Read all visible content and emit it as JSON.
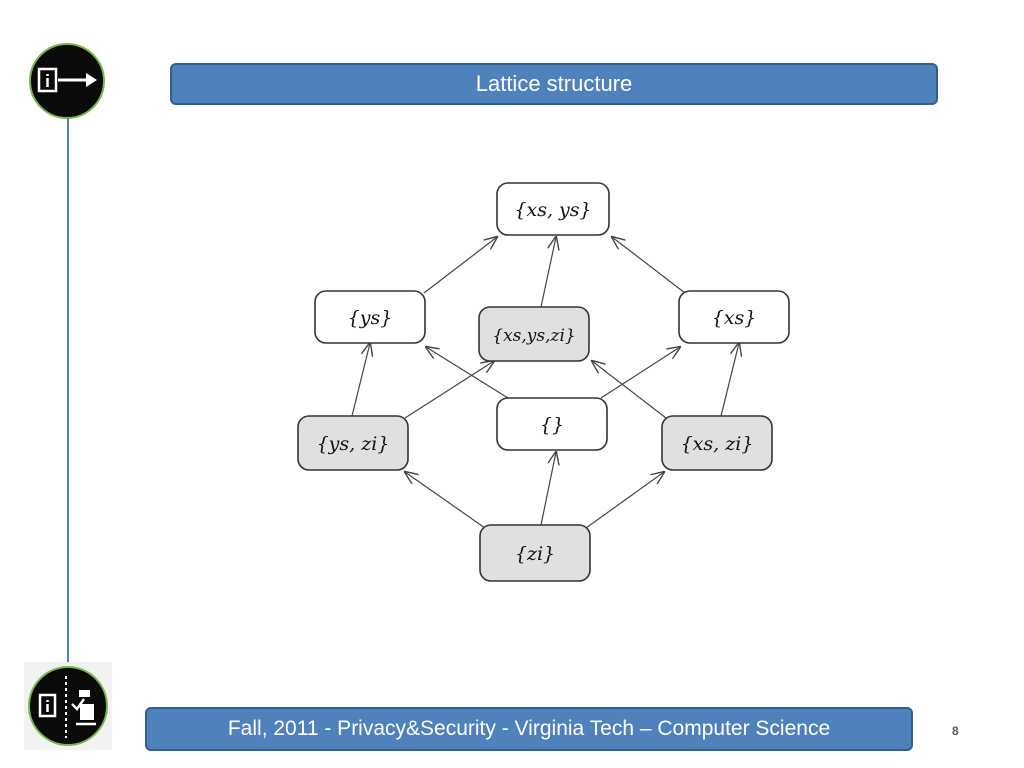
{
  "slide": {
    "title": "Lattice structure",
    "footer": "Fall, 2011  - Privacy&Security  - Virginia Tech – Computer Science",
    "page_number": "8"
  },
  "icons": {
    "top": "document-arrow-icon",
    "bottom": "document-checklist-icon"
  },
  "colors": {
    "bar_fill": "#4f81bd",
    "bar_border": "#2f5f8f",
    "circle_ring": "#77b94a",
    "node_shaded": "#e0e0e0"
  },
  "diagram": {
    "nodes": [
      {
        "id": "xs-ys",
        "label": "{xs, ys}",
        "shaded": false
      },
      {
        "id": "ys",
        "label": "{ys}",
        "shaded": false
      },
      {
        "id": "xs-ys-zi",
        "label": "{xs,ys,zi}",
        "shaded": true
      },
      {
        "id": "xs",
        "label": "{xs}",
        "shaded": false
      },
      {
        "id": "ys-zi",
        "label": "{ys, zi}",
        "shaded": true
      },
      {
        "id": "empty",
        "label": "{}",
        "shaded": false
      },
      {
        "id": "xs-zi",
        "label": "{xs, zi}",
        "shaded": true
      },
      {
        "id": "zi",
        "label": "{zi}",
        "shaded": true
      }
    ],
    "edges": [
      [
        "ys",
        "xs-ys"
      ],
      [
        "xs-ys-zi",
        "xs-ys"
      ],
      [
        "xs",
        "xs-ys"
      ],
      [
        "ys-zi",
        "ys"
      ],
      [
        "xs-zi",
        "xs"
      ],
      [
        "ys-zi",
        "xs-ys-zi"
      ],
      [
        "xs-zi",
        "xs-ys-zi"
      ],
      [
        "empty",
        "ys"
      ],
      [
        "empty",
        "xs"
      ],
      [
        "zi",
        "ys-zi"
      ],
      [
        "zi",
        "empty"
      ],
      [
        "zi",
        "xs-zi"
      ]
    ]
  }
}
